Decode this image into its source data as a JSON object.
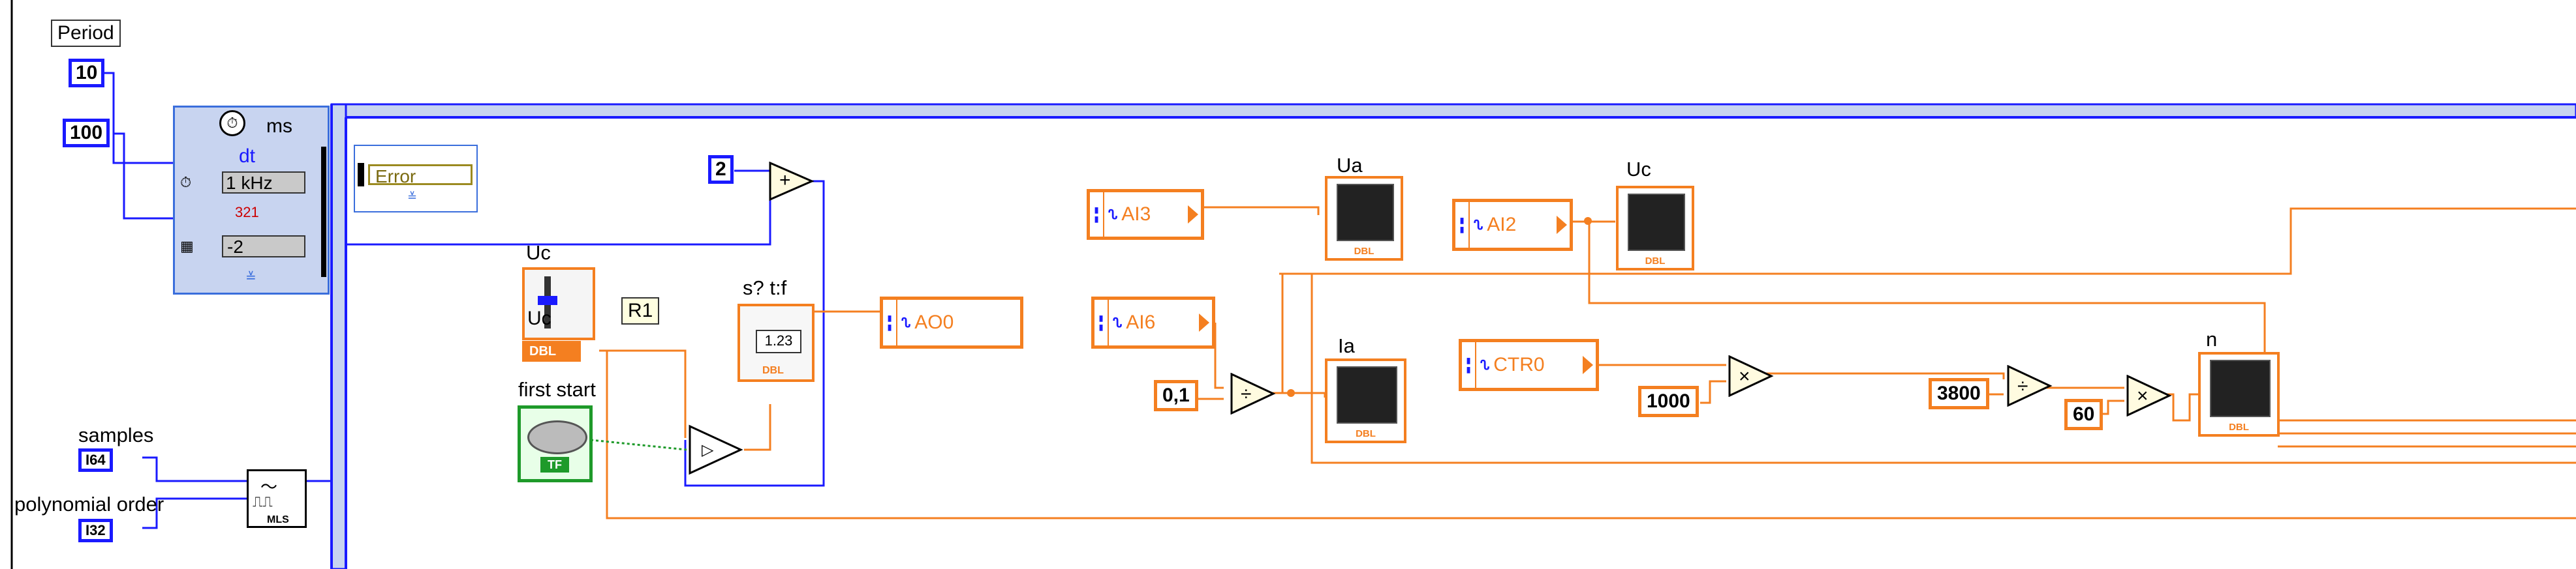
{
  "labels": {
    "period": "Period",
    "samples": "samples",
    "poly_order": "polynomial order",
    "uc_label1": "Uc",
    "uc_label2": "Uc",
    "first_start": "first start",
    "select": "s? t:f",
    "ua": "Ua",
    "uc_graph": "Uc",
    "ia": "Ia",
    "n": "n",
    "r1": "R1"
  },
  "constants": {
    "ten": "10",
    "hundred": "100",
    "two": "2",
    "zero_one": "0,1",
    "thousand": "1000",
    "three_eight": "3800",
    "sixty": "60"
  },
  "timed_loop": {
    "unit": "ms",
    "dt": "dt",
    "freq": "1 kHz",
    "priority": "-2",
    "order": "321"
  },
  "error_cluster": "Error",
  "channels": {
    "ai3": "AI3",
    "ai2": "AI2",
    "ai6": "AI6",
    "ao0": "AO0",
    "ctr0": "CTR0"
  },
  "types": {
    "dbl": "DBL",
    "i64": "I64",
    "i32": "I32",
    "tf": "TF",
    "mls": "MLS"
  },
  "indicator_value": "1.23",
  "colors": {
    "wire_orange": "#f47f20",
    "wire_blue": "#1a1aff",
    "wire_green": "#1e9a2a",
    "loop_frame": "#3a6edc"
  }
}
